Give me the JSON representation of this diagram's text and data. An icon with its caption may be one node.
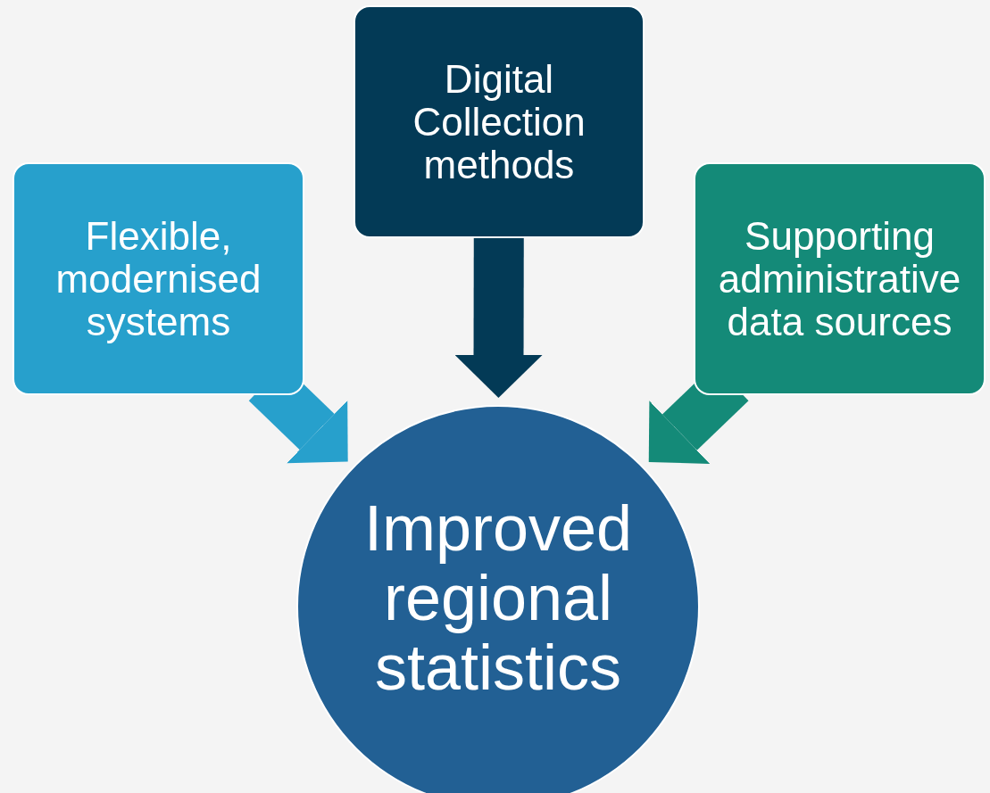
{
  "diagram": {
    "nodes": [
      {
        "text": [
          "Flexible, modernised systems"
        ]
      },
      {
        "text": [
          "Digital Collection methods"
        ]
      },
      {
        "text": [
          "Supporting administrative data sources"
        ]
      },
      {
        "text": [
          "Improved regional statistics"
        ]
      }
    ],
    "edges": [
      {
        "from": 0,
        "to": 3,
        "arrow": "to",
        "color": "#27a0cc"
      },
      {
        "from": 1,
        "to": 3,
        "arrow": "to",
        "color": "#033a56"
      },
      {
        "from": 2,
        "to": 3,
        "arrow": "to",
        "color": "#148a78"
      }
    ]
  }
}
